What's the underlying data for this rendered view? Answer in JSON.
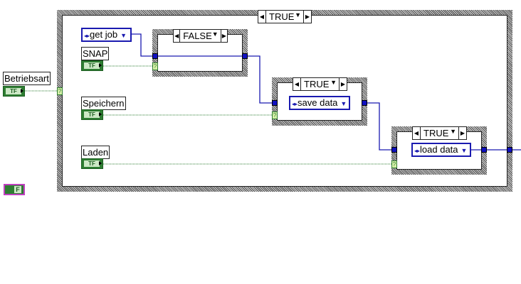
{
  "outer_case": {
    "selector": "TRUE"
  },
  "case_snap": {
    "selector": "FALSE"
  },
  "case_save": {
    "selector": "TRUE",
    "enum": "save data"
  },
  "case_load": {
    "selector": "TRUE",
    "enum": "load data"
  },
  "enum_get_job": "get job",
  "controls": {
    "betriebsart": "Betriebsart",
    "snap": "SNAP",
    "speichern": "Speichern",
    "laden": "Laden"
  },
  "boolean_text": "TF",
  "false_constant": "F",
  "case_selector_glyph": "?"
}
